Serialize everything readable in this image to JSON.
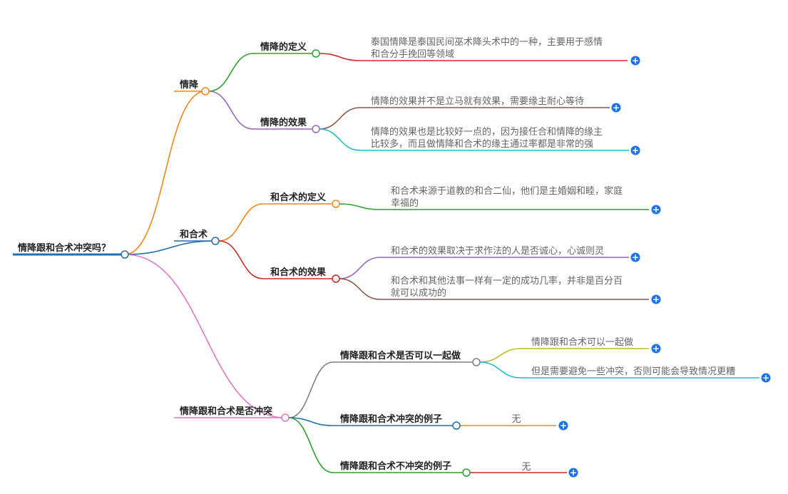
{
  "root": {
    "label": "情降跟和合术冲突吗？",
    "color": "#1f6fb2"
  },
  "branches": [
    {
      "label": "情降",
      "color": "#f0861a",
      "children": [
        {
          "label": "情降的定义",
          "color": "#2ca02c",
          "leaves": [
            {
              "lines": [
                "泰国情降是泰国民间巫术降头术中的一种，主要用于感情",
                "和合分手挽回等领域"
              ],
              "color": "#d62728"
            }
          ]
        },
        {
          "label": "情降的效果",
          "color": "#9467bd",
          "leaves": [
            {
              "lines": [
                "情降的效果并不是立马就有效果，需要缘主耐心等待"
              ],
              "color": "#8c564b"
            },
            {
              "lines": [
                "情降的效果也是比较好一点的，因为接任合和情降的缘主",
                "比较多，而且做情降和合术的缘主通过率都是非常的强"
              ],
              "color": "#17becf"
            }
          ]
        }
      ]
    },
    {
      "label": "和合术",
      "color": "#1f6fb2",
      "children": [
        {
          "label": "和合术的定义",
          "color": "#f0861a",
          "leaves": [
            {
              "lines": [
                "和合术来源于道教的和合二仙，他们是主婚姻和睦，家庭",
                "幸福的"
              ],
              "color": "#2ca02c"
            }
          ]
        },
        {
          "label": "和合术的效果",
          "color": "#d62728",
          "leaves": [
            {
              "lines": [
                "和合术的效果取决于求作法的人是否诚心，心诚则灵"
              ],
              "color": "#9467bd"
            },
            {
              "lines": [
                "和合术和其他法事一样有一定的成功几率，并非是百分百",
                "就可以成功的"
              ],
              "color": "#8c564b"
            }
          ]
        }
      ]
    },
    {
      "label": "情降跟和合术是否冲突",
      "color": "#e377c2",
      "children": [
        {
          "label": "情降跟和合术是否可以一起做",
          "color": "#7f7f7f",
          "leaves": [
            {
              "lines": [
                "情降跟和合术可以一起做"
              ],
              "color": "#bcbd22"
            },
            {
              "lines": [
                "但是需要避免一些冲突，否则可能会导致情况更糟"
              ],
              "color": "#17becf"
            }
          ]
        },
        {
          "label": "情降跟和合术冲突的例子",
          "color": "#1f6fb2",
          "leaves": [
            {
              "lines": [
                "无"
              ],
              "color": "#f0861a"
            }
          ]
        },
        {
          "label": "情降跟和合术不冲突的例子",
          "color": "#2ca02c",
          "leaves": [
            {
              "lines": [
                "无"
              ],
              "color": "#d62728"
            }
          ]
        }
      ]
    }
  ],
  "expand_icon": {
    "name": "plus-circle-icon",
    "symbol": "+",
    "color": "#1a73e8"
  }
}
